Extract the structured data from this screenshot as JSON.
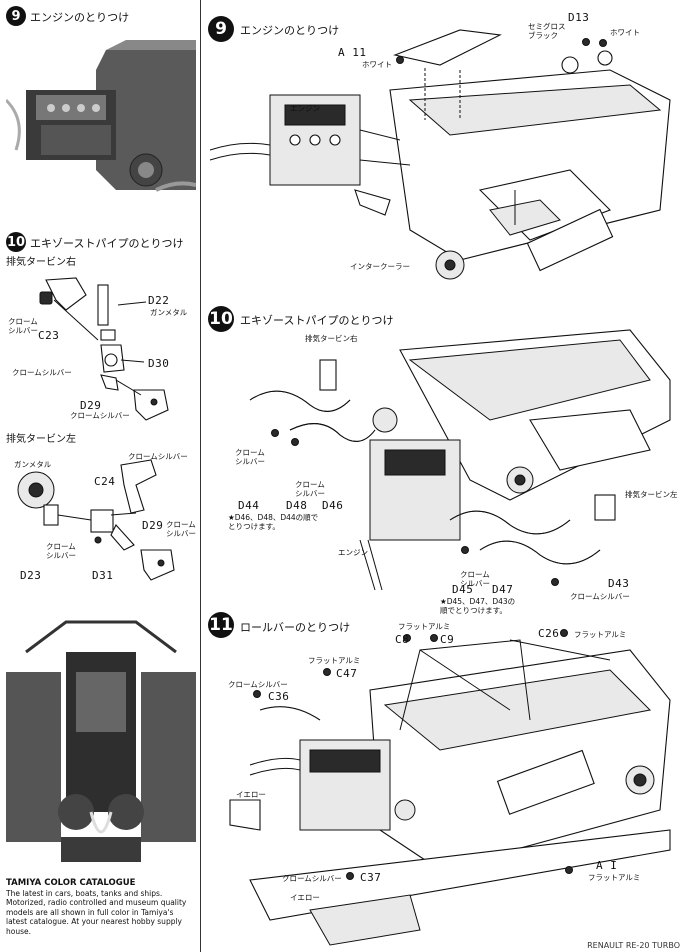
{
  "left": {
    "step9": {
      "num": "9",
      "title": "エンジンのとりつけ"
    },
    "step10": {
      "num": "10",
      "title": "エキゾーストパイプのとりつけ",
      "right_turbo": {
        "heading": "排気タービン右",
        "labels": {
          "d22": "D22",
          "d22_sub": "ガンメタル",
          "c23_sub": "クローム\nシルバー",
          "c23": "C23",
          "chrome": "クロームシルバー",
          "d30": "D30",
          "d29": "D29",
          "d29_sub": "クロームシルバー"
        }
      },
      "left_turbo": {
        "heading": "排気タービン左",
        "labels": {
          "gunmetal": "ガンメタル",
          "c24": "C24",
          "c24_sub": "クロームシルバー",
          "d29": "D29",
          "d29_sub": "クローム\nシルバー",
          "chrome": "クローム\nシルバー",
          "d23": "D23",
          "d31": "D31"
        }
      }
    },
    "catalogue": {
      "title": "TAMIYA COLOR CATALOGUE",
      "body": "The latest in cars, boats, tanks and ships. Motorized, radio controlled and museum quality models are all shown in full color in Tamiya's latest catalogue. At your nearest hobby supply house."
    }
  },
  "right": {
    "step9": {
      "num": "9",
      "title": "エンジンのとりつけ",
      "labels": {
        "a11": "A 11",
        "white1": "ホワイト",
        "semigloss": "セミグロス\nブラック",
        "d13": "D13",
        "white2": "ホワイト",
        "engine": "エンジン",
        "intercooler": "インタークーラー"
      }
    },
    "step10": {
      "num": "10",
      "title": "エキゾーストパイプのとりつけ",
      "labels": {
        "turbo_r": "排気タービン右",
        "chrome1": "クローム\nシルバー",
        "chrome2": "クローム\nシルバー",
        "d44": "D44",
        "d48": "D48",
        "d46": "D46",
        "note1": "★D46、D48、D44の順で\nとりつけます。",
        "engine": "エンジン",
        "turbo_l": "排気タービン左",
        "d45": "D45",
        "d47": "D47",
        "chrome3": "クローム\nシルバー",
        "note2": "★D45、D47、D43の\n順でとりつけます。",
        "d43": "D43",
        "chrome4": "クロームシルバー"
      }
    },
    "step11": {
      "num": "11",
      "title": "ロールバーのとりつけ",
      "labels": {
        "flat1": "フラットアルミ",
        "c8": "C8",
        "c9": "C9",
        "c26": "C26",
        "flat2": "フラットアルミ",
        "flat3": "フラットアルミ",
        "c47": "C47",
        "chrome": "クロームシルバー",
        "c36": "C36",
        "yellow1": "イエロー",
        "a1": "A I",
        "flat4": "フラットアルミ",
        "chrome2": "クロームシルバー",
        "c37": "C37",
        "yellow2": "イエロー"
      }
    }
  },
  "footer": "RENAULT RE-20 TURBO"
}
